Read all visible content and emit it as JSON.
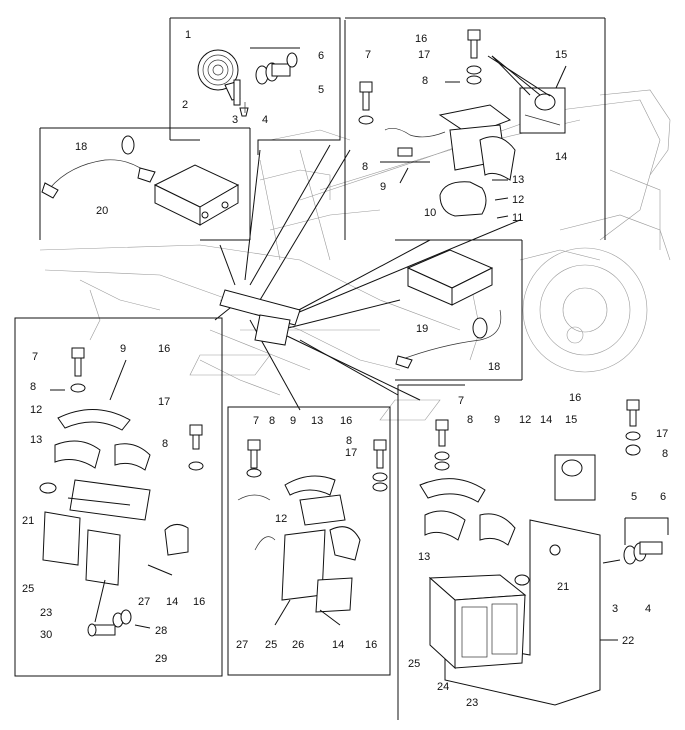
{
  "diagram": {
    "callouts": {
      "horn": [
        {
          "id": "h1",
          "text": "1"
        },
        {
          "id": "h2",
          "text": "2"
        },
        {
          "id": "h3",
          "text": "3"
        },
        {
          "id": "h4",
          "text": "4"
        },
        {
          "id": "h5",
          "text": "5"
        },
        {
          "id": "h6",
          "text": "6"
        }
      ],
      "top_right": [
        {
          "id": "t16",
          "text": "16"
        },
        {
          "id": "t7",
          "text": "7"
        },
        {
          "id": "t17",
          "text": "17"
        },
        {
          "id": "t15",
          "text": "15"
        },
        {
          "id": "t8a",
          "text": "8"
        },
        {
          "id": "t14",
          "text": "14"
        },
        {
          "id": "t8b",
          "text": "8"
        },
        {
          "id": "t9",
          "text": "9"
        },
        {
          "id": "t13",
          "text": "13"
        },
        {
          "id": "t12",
          "text": "12"
        },
        {
          "id": "t10",
          "text": "10"
        },
        {
          "id": "t11",
          "text": "11"
        }
      ],
      "relay_top": [
        {
          "id": "r18",
          "text": "18"
        },
        {
          "id": "r20",
          "text": "20"
        }
      ],
      "relay_mid": [
        {
          "id": "m19",
          "text": "19"
        },
        {
          "id": "m18",
          "text": "18"
        }
      ],
      "left": [
        {
          "id": "l7",
          "text": "7"
        },
        {
          "id": "l9",
          "text": "9"
        },
        {
          "id": "l16",
          "text": "16"
        },
        {
          "id": "l8a",
          "text": "8"
        },
        {
          "id": "l17",
          "text": "17"
        },
        {
          "id": "l12",
          "text": "12"
        },
        {
          "id": "l8b",
          "text": "8"
        },
        {
          "id": "l13",
          "text": "13"
        },
        {
          "id": "l21",
          "text": "21"
        },
        {
          "id": "l25",
          "text": "25"
        },
        {
          "id": "l23",
          "text": "23"
        },
        {
          "id": "l27",
          "text": "27"
        },
        {
          "id": "l14",
          "text": "14"
        },
        {
          "id": "l16b",
          "text": "16"
        },
        {
          "id": "l30",
          "text": "30"
        },
        {
          "id": "l28",
          "text": "28"
        },
        {
          "id": "l29",
          "text": "29"
        }
      ],
      "center": [
        {
          "id": "c7",
          "text": "7"
        },
        {
          "id": "c8",
          "text": "8"
        },
        {
          "id": "c9",
          "text": "9"
        },
        {
          "id": "c13",
          "text": "13"
        },
        {
          "id": "c16",
          "text": "16"
        },
        {
          "id": "c8b",
          "text": "8"
        },
        {
          "id": "c17",
          "text": "17"
        },
        {
          "id": "c12",
          "text": "12"
        },
        {
          "id": "c27",
          "text": "27"
        },
        {
          "id": "c25",
          "text": "25"
        },
        {
          "id": "c26",
          "text": "26"
        },
        {
          "id": "c14",
          "text": "14"
        },
        {
          "id": "c16b",
          "text": "16"
        }
      ],
      "bottom_right": [
        {
          "id": "b7",
          "text": "7"
        },
        {
          "id": "b8",
          "text": "8"
        },
        {
          "id": "b9",
          "text": "9"
        },
        {
          "id": "b12",
          "text": "12"
        },
        {
          "id": "b14",
          "text": "14"
        },
        {
          "id": "b15",
          "text": "15"
        },
        {
          "id": "b16",
          "text": "16"
        },
        {
          "id": "b17",
          "text": "17"
        },
        {
          "id": "b8b",
          "text": "8"
        },
        {
          "id": "b5",
          "text": "5"
        },
        {
          "id": "b6",
          "text": "6"
        },
        {
          "id": "b13",
          "text": "13"
        },
        {
          "id": "b21",
          "text": "21"
        },
        {
          "id": "b3",
          "text": "3"
        },
        {
          "id": "b4",
          "text": "4"
        },
        {
          "id": "b22",
          "text": "22"
        },
        {
          "id": "b25",
          "text": "25"
        },
        {
          "id": "b24",
          "text": "24"
        },
        {
          "id": "b23",
          "text": "23"
        }
      ]
    }
  }
}
